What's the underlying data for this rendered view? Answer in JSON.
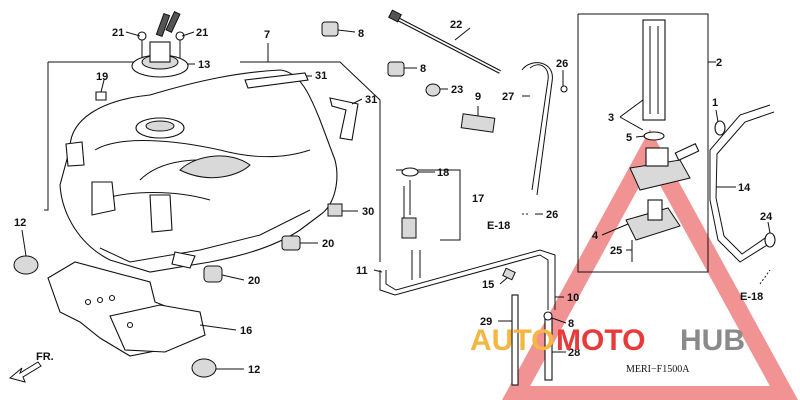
{
  "diagram": {
    "code": "MERI−F1500A",
    "labels": {
      "p1": "1",
      "p2": "2",
      "p3": "3",
      "p4": "4",
      "p5": "5",
      "p7": "7",
      "p8a": "8",
      "p8b": "8",
      "p8c": "8",
      "p9": "9",
      "p10": "10",
      "p11": "11",
      "p12a": "12",
      "p12b": "12",
      "p13": "13",
      "p14": "14",
      "p15": "15",
      "p16": "16",
      "p17": "17",
      "p18": "18",
      "p19": "19",
      "p20a": "20",
      "p20b": "20",
      "p21a": "21",
      "p21b": "21",
      "p22": "22",
      "p23": "23",
      "p24": "24",
      "p25": "25",
      "p26a": "26",
      "p26b": "26",
      "p27": "27",
      "p28": "28",
      "p29": "29",
      "p30": "30",
      "p31a": "31",
      "p31b": "31"
    },
    "refs": {
      "e18a": "E-18",
      "e18b": "E-18"
    },
    "front": "FR."
  },
  "watermark": {
    "part1": "AUTO",
    "part2": "MOTO",
    "part3": "HUB",
    "colors": {
      "orange": "#f5b642",
      "red": "#e83a3a",
      "gray": "#8a8a8a"
    }
  }
}
